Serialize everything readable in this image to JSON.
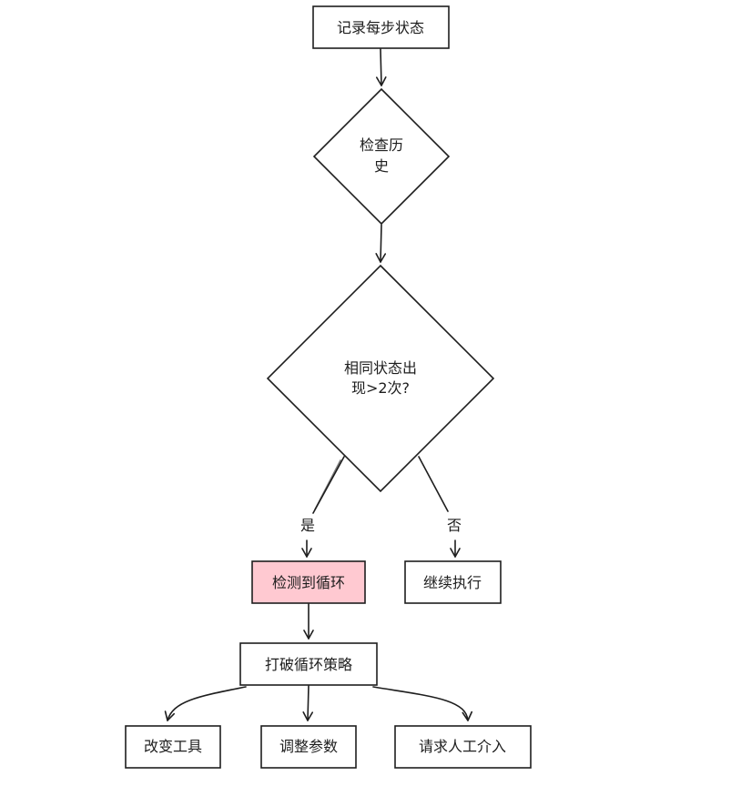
{
  "nodes": {
    "record_state": "记录每步状态",
    "check_history_line1": "检查历",
    "check_history_line2": "史",
    "same_state_line1": "相同状态出",
    "same_state_line2": "现>2次?",
    "loop_detected": "检测到循环",
    "continue_exec": "继续执行",
    "break_strategy": "打破循环策略",
    "change_tool": "改变工具",
    "adjust_params": "调整参数",
    "human_help": "请求人工介入"
  },
  "edges": {
    "yes_label": "是",
    "no_label": "否"
  },
  "colors": {
    "stroke": "#1e1e1e",
    "highlight_fill": "#ffc9d1",
    "background": "#ffffff"
  }
}
